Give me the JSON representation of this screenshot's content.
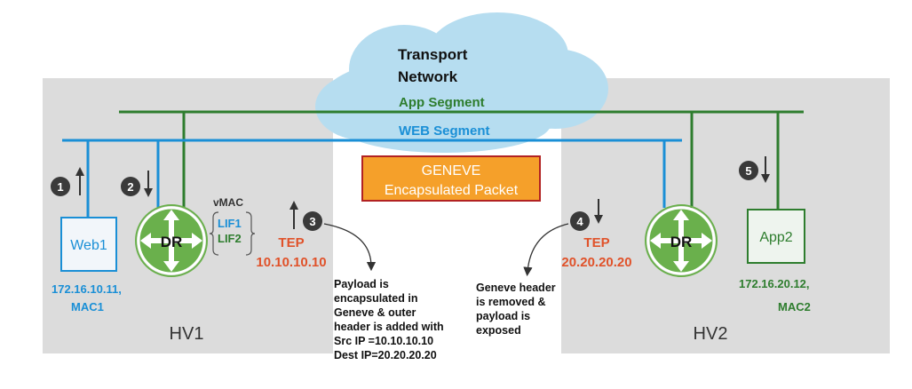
{
  "colors": {
    "host_fill": "#dcdcdc",
    "cloud_fill": "#b6ddf0",
    "app_green": "#2e7d2e",
    "web_blue": "#1a8fd6",
    "tep_orange": "#e0522a",
    "geneve_fill": "#f5a02a",
    "geneve_border": "#b22222",
    "badge": "#3a3a3a",
    "router_green": "#6ab04c"
  },
  "cloud": {
    "title_line1": "Transport",
    "title_line2": "Network"
  },
  "segments": {
    "app": "App Segment",
    "web": "WEB Segment"
  },
  "geneve": {
    "line1": "GENEVE",
    "line2": "Encapsulated Packet"
  },
  "hv1": {
    "label": "HV1",
    "vm_name": "Web1",
    "vm_ip": "172.16.10.11,",
    "vm_mac": "MAC1",
    "router": "DR",
    "vmac": "vMAC",
    "lif1": "LIF1",
    "lif2": "LIF2",
    "tep_label": "TEP",
    "tep_ip": "10.10.10.10"
  },
  "hv2": {
    "label": "HV2",
    "vm_name": "App2",
    "vm_ip": "172.16.20.12,",
    "vm_mac": "MAC2",
    "router": "DR",
    "tep_label": "TEP",
    "tep_ip": "20.20.20.20"
  },
  "steps": [
    "1",
    "2",
    "3",
    "4",
    "5"
  ],
  "notes": {
    "step3": [
      "Payload is",
      "encapsulated in",
      "Geneve & outer",
      "header is added with",
      "Src IP =10.10.10.10",
      "Dest IP=20.20.20.20"
    ],
    "step4": [
      "Geneve header",
      "is removed &",
      "payload is",
      "exposed"
    ]
  },
  "icons": {
    "router": "router-arrows-icon",
    "badge": "numbered-circle-icon",
    "arrow_up": "arrow-up-icon",
    "arrow_down": "arrow-down-icon",
    "cloud": "cloud-icon"
  }
}
